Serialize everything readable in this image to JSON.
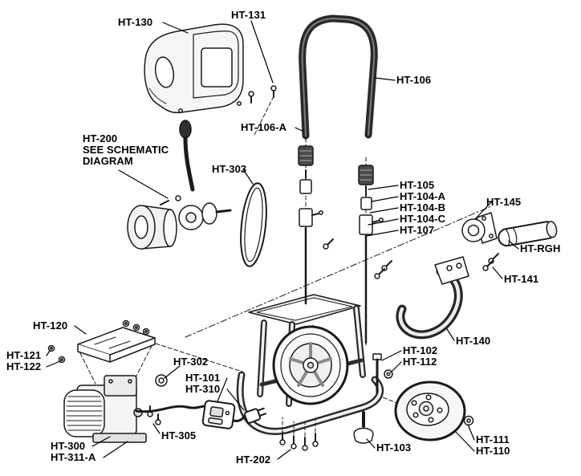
{
  "colors": {
    "background": "#ffffff",
    "line": "#1a1a1a",
    "text": "#000000"
  },
  "diagram_type": "exploded-parts-diagram",
  "labels": [
    {
      "part": "HT-130",
      "text": "HT-130"
    },
    {
      "part": "HT-131",
      "text": "HT-131"
    },
    {
      "part": "HT-106",
      "text": "HT-106"
    },
    {
      "part": "HT-106-A",
      "text": "HT-106-A"
    },
    {
      "part": "HT-200",
      "text": "HT-200\nSEE SCHEMATIC\nDIAGRAM"
    },
    {
      "part": "HT-303",
      "text": "HT-303"
    },
    {
      "part": "HT-105",
      "text": "HT-105"
    },
    {
      "part": "HT-104-A",
      "text": "HT-104-A"
    },
    {
      "part": "HT-104-B",
      "text": "HT-104-B"
    },
    {
      "part": "HT-104-C",
      "text": "HT-104-C"
    },
    {
      "part": "HT-107",
      "text": "HT-107"
    },
    {
      "part": "HT-145",
      "text": "HT-145"
    },
    {
      "part": "HT-RGH",
      "text": "HT-RGH"
    },
    {
      "part": "HT-141",
      "text": "HT-141"
    },
    {
      "part": "HT-140",
      "text": "HT-140"
    },
    {
      "part": "HT-120",
      "text": "HT-120"
    },
    {
      "part": "HT-121",
      "text": "HT-121"
    },
    {
      "part": "HT-122",
      "text": "HT-122"
    },
    {
      "part": "HT-302",
      "text": "HT-302"
    },
    {
      "part": "HT-101",
      "text": "HT-101"
    },
    {
      "part": "HT-310",
      "text": "HT-310"
    },
    {
      "part": "HT-102",
      "text": "HT-102"
    },
    {
      "part": "HT-112",
      "text": "HT-112"
    },
    {
      "part": "HT-305",
      "text": "HT-305"
    },
    {
      "part": "HT-300",
      "text": "HT-300"
    },
    {
      "part": "HT-311-A",
      "text": "HT-311-A"
    },
    {
      "part": "HT-103",
      "text": "HT-103"
    },
    {
      "part": "HT-202",
      "text": "HT-202"
    },
    {
      "part": "HT-111",
      "text": "HT-111"
    },
    {
      "part": "HT-110",
      "text": "HT-110"
    }
  ]
}
